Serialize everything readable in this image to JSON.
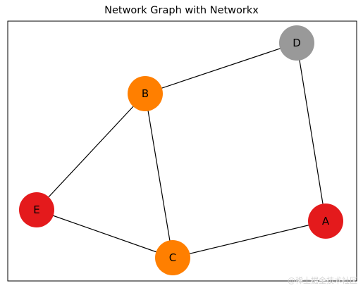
{
  "figure": {
    "title": "Network Graph with Networkx"
  },
  "graph": {
    "nodes": [
      {
        "id": "A",
        "label": "A",
        "color": "#e41a1c"
      },
      {
        "id": "B",
        "label": "B",
        "color": "#ff7f00"
      },
      {
        "id": "C",
        "label": "C",
        "color": "#ff7f00"
      },
      {
        "id": "D",
        "label": "D",
        "color": "#999999"
      },
      {
        "id": "E",
        "label": "E",
        "color": "#e41a1c"
      }
    ],
    "edges": [
      {
        "source": "B",
        "target": "D"
      },
      {
        "source": "D",
        "target": "A"
      },
      {
        "source": "A",
        "target": "C"
      },
      {
        "source": "C",
        "target": "B"
      },
      {
        "source": "B",
        "target": "E"
      },
      {
        "source": "E",
        "target": "C"
      }
    ],
    "edge_color": "#000000",
    "frame_color": "#000000"
  },
  "watermark": {
    "text": "@稀土掘金技术社区"
  }
}
